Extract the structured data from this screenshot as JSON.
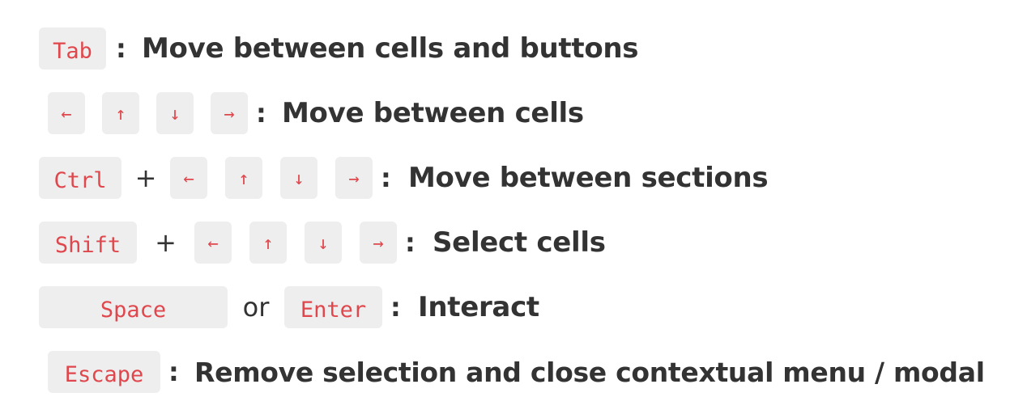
{
  "shortcuts": {
    "tab": {
      "key": "Tab",
      "colon": ":",
      "desc": "Move between cells and buttons"
    },
    "arrows": {
      "left": "←",
      "up": "↑",
      "down": "↓",
      "right": "→",
      "colon": ":",
      "desc": "Move between cells"
    },
    "ctrl": {
      "key": "Ctrl",
      "plus": "+",
      "left": "←",
      "up": "↑",
      "down": "↓",
      "right": "→",
      "colon": ":",
      "desc": "Move between sections"
    },
    "shift": {
      "key": "Shift",
      "plus": "+",
      "left": "←",
      "up": "↑",
      "down": "↓",
      "right": "→",
      "colon": ":",
      "desc": "Select cells"
    },
    "space": {
      "key": "Space",
      "or": "or",
      "key2": "Enter",
      "colon": ":",
      "desc": "Interact"
    },
    "escape": {
      "key": "Escape",
      "colon": ":",
      "desc": "Remove selection and close contextual menu / modal"
    }
  },
  "colors": {
    "key_text": "#e0474c",
    "key_background": "#eeeeee",
    "text": "#333333"
  }
}
